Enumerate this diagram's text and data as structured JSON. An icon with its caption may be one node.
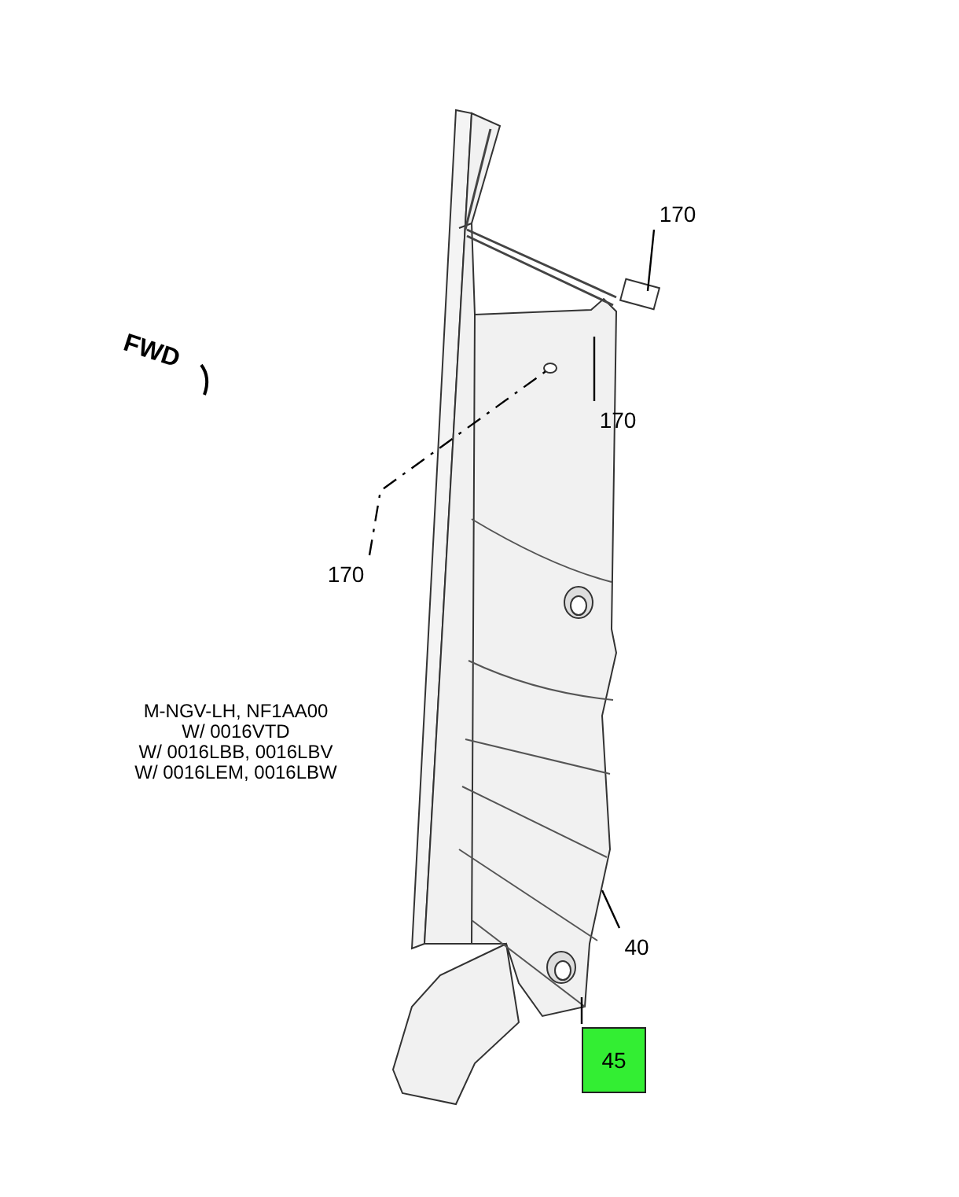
{
  "diagram": {
    "nodes": [
      {
        "text": [
          "170"
        ]
      },
      {
        "text": [
          "170"
        ]
      },
      {
        "text": [
          "170"
        ]
      },
      {
        "text": [
          "40"
        ]
      },
      {
        "text": [
          "45"
        ]
      }
    ],
    "edges": [
      {
        "from": 0,
        "to": null,
        "arrow": "none"
      },
      {
        "from": 1,
        "to": null,
        "arrow": "none"
      },
      {
        "from": 2,
        "to": null,
        "arrow": "none",
        "style": "dashed"
      },
      {
        "from": 3,
        "to": null,
        "arrow": "none"
      },
      {
        "from": 4,
        "to": null,
        "arrow": "none"
      }
    ],
    "labels": [
      "FWD",
      "M-NGV-LH, NF1AA00",
      "W/ 0016VTD",
      "W/ 0016LBB, 0016LBV",
      "W/ 0016LEM, 0016LBW"
    ]
  }
}
